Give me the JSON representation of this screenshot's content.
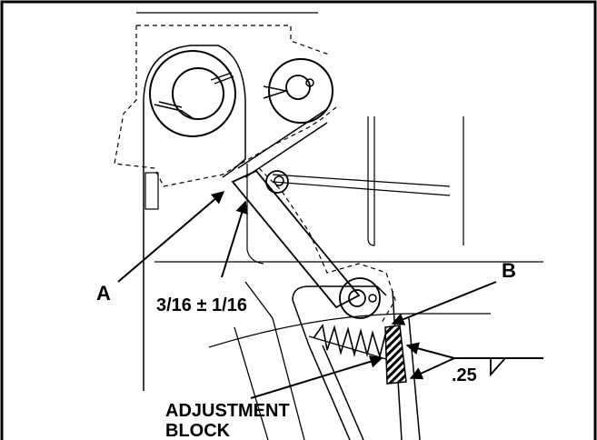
{
  "labels": {
    "a": "A",
    "b": "B",
    "gap": "3/16 ± 1/16",
    "weld": ".25",
    "block_line1": "ADJUSTMENT",
    "block_line2": "BLOCK"
  },
  "colors": {
    "ink": "#000000",
    "background": "#ffffff"
  }
}
